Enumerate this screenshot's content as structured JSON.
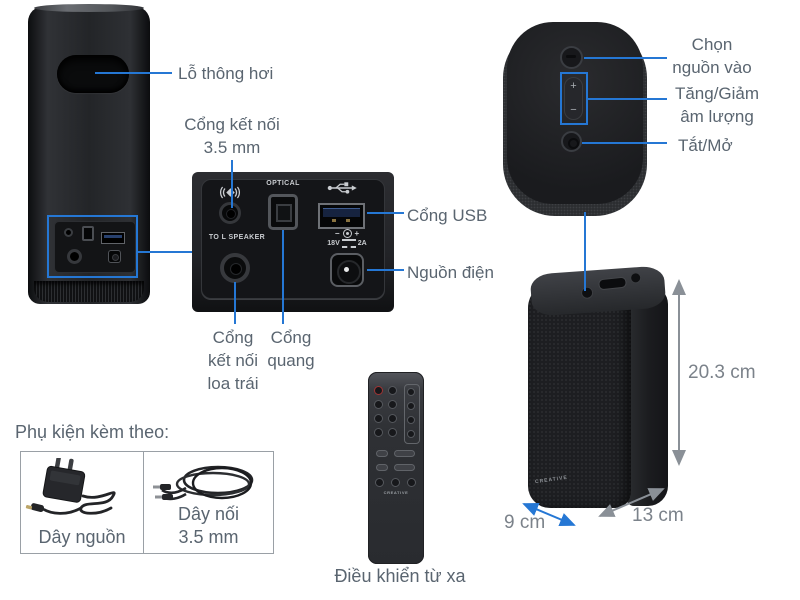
{
  "colors": {
    "accent": "#2577d4",
    "label_text": "#5a6570",
    "dimension_text": "#7b828a"
  },
  "brand": "CREATIVE",
  "callouts": {
    "vent": "Lỗ thông hơi",
    "jack_35mm": [
      "Cổng kết nối",
      "3.5 mm"
    ],
    "usb": "Cổng USB",
    "power_in": "Nguồn điện",
    "left_speaker_out": [
      "Cổng",
      "kết nối",
      "loa trái"
    ],
    "optical": [
      "Cổng",
      "quang"
    ],
    "source_select": [
      "Chọn",
      "nguồn vào"
    ],
    "volume": [
      "Tăng/Giảm",
      "âm lượng"
    ],
    "power_toggle": "Tắt/Mở",
    "remote": "Điều khiển từ xa"
  },
  "rear_panel": {
    "optical_label": "OPTICAL",
    "left_speaker_label": "TO L SPEAKER",
    "polarity": {
      "minus": "−",
      "plus": "+"
    },
    "power_rating": {
      "voltage": "18V",
      "current": "2A"
    }
  },
  "top_controls": {
    "volume_up": "+",
    "volume_down": "−"
  },
  "dimensions": {
    "height": "20.3 cm",
    "depth": "9 cm",
    "width": "13 cm"
  },
  "accessories": {
    "heading": "Phụ kiện kèm theo:",
    "items": [
      {
        "label": [
          "Dây nguồn"
        ]
      },
      {
        "label": [
          "Dây nối",
          "3.5 mm"
        ]
      }
    ]
  },
  "icons": {
    "aux_in": "speaker-sound-waves-icon",
    "usb": "usb-trident-icon",
    "dc": "dc-barrel-jack-icon",
    "power_polarity": "center-positive-polarity-icon"
  }
}
